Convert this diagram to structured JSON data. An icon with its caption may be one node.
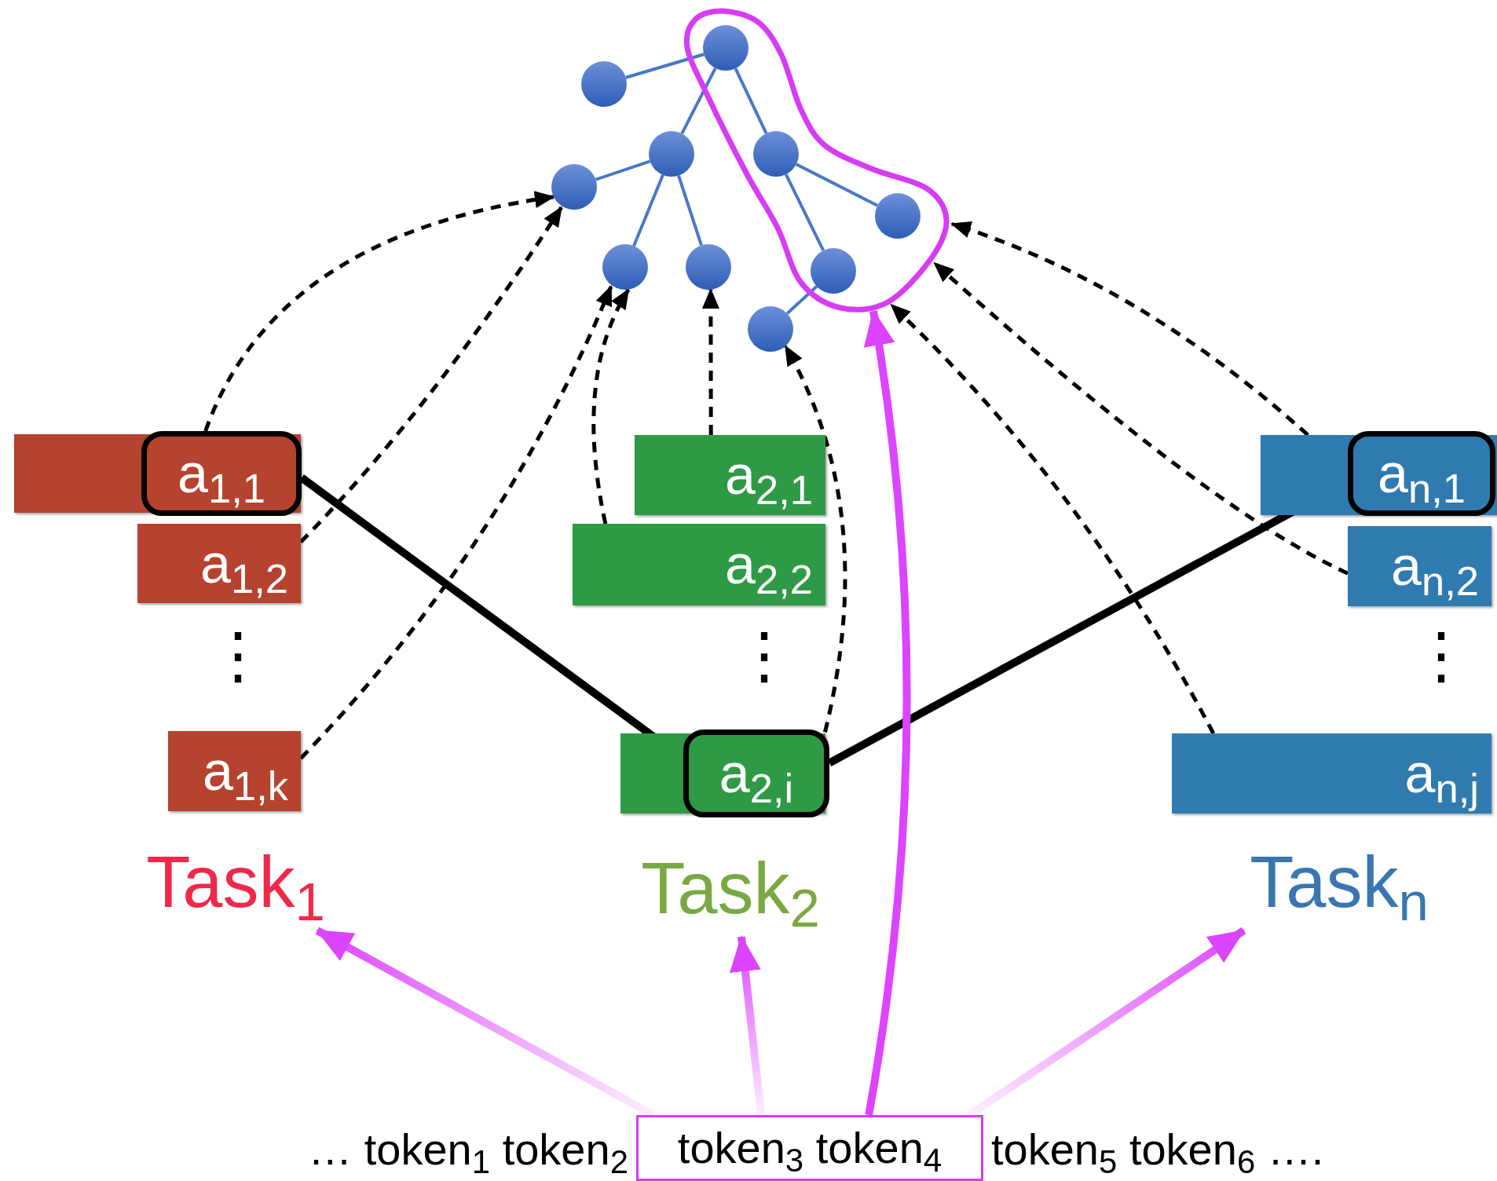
{
  "diagram": {
    "nodes": [
      {
        "text": [],
        "shape": "cloud"
      },
      {
        "text": [],
        "shape": "circle",
        "in": 0
      },
      {
        "text": [],
        "shape": "circle"
      },
      {
        "text": [],
        "shape": "circle"
      },
      {
        "text": [],
        "shape": "circle",
        "in": 0
      },
      {
        "text": [],
        "shape": "circle"
      },
      {
        "text": [],
        "shape": "circle",
        "in": 0
      },
      {
        "text": [],
        "shape": "circle"
      },
      {
        "text": [],
        "shape": "circle"
      },
      {
        "text": [],
        "shape": "circle",
        "in": 0
      },
      {
        "text": [],
        "shape": "circle"
      },
      {
        "text": [],
        "shape": "bar"
      },
      {
        "text": [
          "a$_{1,1}$"
        ],
        "in": 11
      },
      {
        "text": [
          "a$_{2,1}$"
        ]
      },
      {
        "text": [],
        "shape": "bar"
      },
      {
        "text": [
          "a$_{n,1}$"
        ],
        "in": 14
      },
      {
        "text": [
          "a$_{1,2}$"
        ]
      },
      {
        "text": [
          "a$_{2,2}$"
        ]
      },
      {
        "text": [
          "a$_{n,2}$"
        ]
      },
      {
        "text": [
          "a$_{1,k}$"
        ]
      },
      {
        "text": [],
        "shape": "bar"
      },
      {
        "text": [
          "a$_{2,i}$"
        ],
        "in": 20
      },
      {
        "text": [
          "a$_{n,j}$"
        ]
      },
      {
        "text": [
          "Task$_{1}$"
        ]
      },
      {
        "text": [
          "Task$_{2}$"
        ]
      },
      {
        "text": [
          "Task$_{n}$"
        ]
      },
      {
        "text": [
          "token$_{3}$ token$_{4}$"
        ]
      }
    ],
    "edges": [
      {
        "from": 1,
        "to": 2,
        "arrow": "none",
        "color": "#4a78c8"
      },
      {
        "from": 1,
        "to": 3,
        "arrow": "none",
        "color": "#4a78c8"
      },
      {
        "from": 1,
        "to": 4,
        "arrow": "none",
        "color": "#4a78c8"
      },
      {
        "from": 3,
        "to": 5,
        "arrow": "none",
        "color": "#4a78c8"
      },
      {
        "from": 3,
        "to": 7,
        "arrow": "none",
        "color": "#4a78c8"
      },
      {
        "from": 3,
        "to": 8,
        "arrow": "none",
        "color": "#4a78c8"
      },
      {
        "from": 4,
        "to": 6,
        "arrow": "none",
        "color": "#4a78c8"
      },
      {
        "from": 4,
        "to": 9,
        "arrow": "none",
        "color": "#4a78c8"
      },
      {
        "from": 9,
        "to": 10,
        "arrow": "none",
        "color": "#4a78c8"
      },
      {
        "from": 12,
        "to": 21,
        "arrow": "none",
        "style": "thick"
      },
      {
        "from": 21,
        "to": 15,
        "arrow": "none",
        "style": "thick"
      },
      {
        "from": 12,
        "to": 5,
        "arrow": "to",
        "style": "dashed"
      },
      {
        "from": 16,
        "to": 5,
        "arrow": "to",
        "style": "dashed"
      },
      {
        "from": 19,
        "to": 7,
        "arrow": "to",
        "style": "dashed"
      },
      {
        "from": 17,
        "to": 7,
        "arrow": "to",
        "style": "dashed"
      },
      {
        "from": 13,
        "to": 8,
        "arrow": "to",
        "style": "dashed"
      },
      {
        "from": 21,
        "to": 10,
        "arrow": "to",
        "style": "dashed"
      },
      {
        "from": 22,
        "to": 0,
        "arrow": "to",
        "style": "dashed"
      },
      {
        "from": 18,
        "to": 0,
        "arrow": "to",
        "style": "dashed"
      },
      {
        "from": 14,
        "to": 0,
        "arrow": "to",
        "style": "dashed"
      },
      {
        "from": 26,
        "to": 0,
        "arrow": "to",
        "style": "thick",
        "color": "#dd44ff"
      },
      {
        "from": 26,
        "to": 23,
        "arrow": "to",
        "style": "thick",
        "color": "#dd44ff"
      },
      {
        "from": 26,
        "to": 24,
        "arrow": "to",
        "style": "thick",
        "color": "#dd44ff"
      },
      {
        "from": 26,
        "to": 25,
        "arrow": "to",
        "style": "thick",
        "color": "#dd44ff"
      }
    ],
    "labels": [
      "⋮",
      "⋮",
      "⋮",
      "… token$_{1}$ token$_{2}$",
      "token$_{5}$ token$_{6}$ …."
    ]
  }
}
